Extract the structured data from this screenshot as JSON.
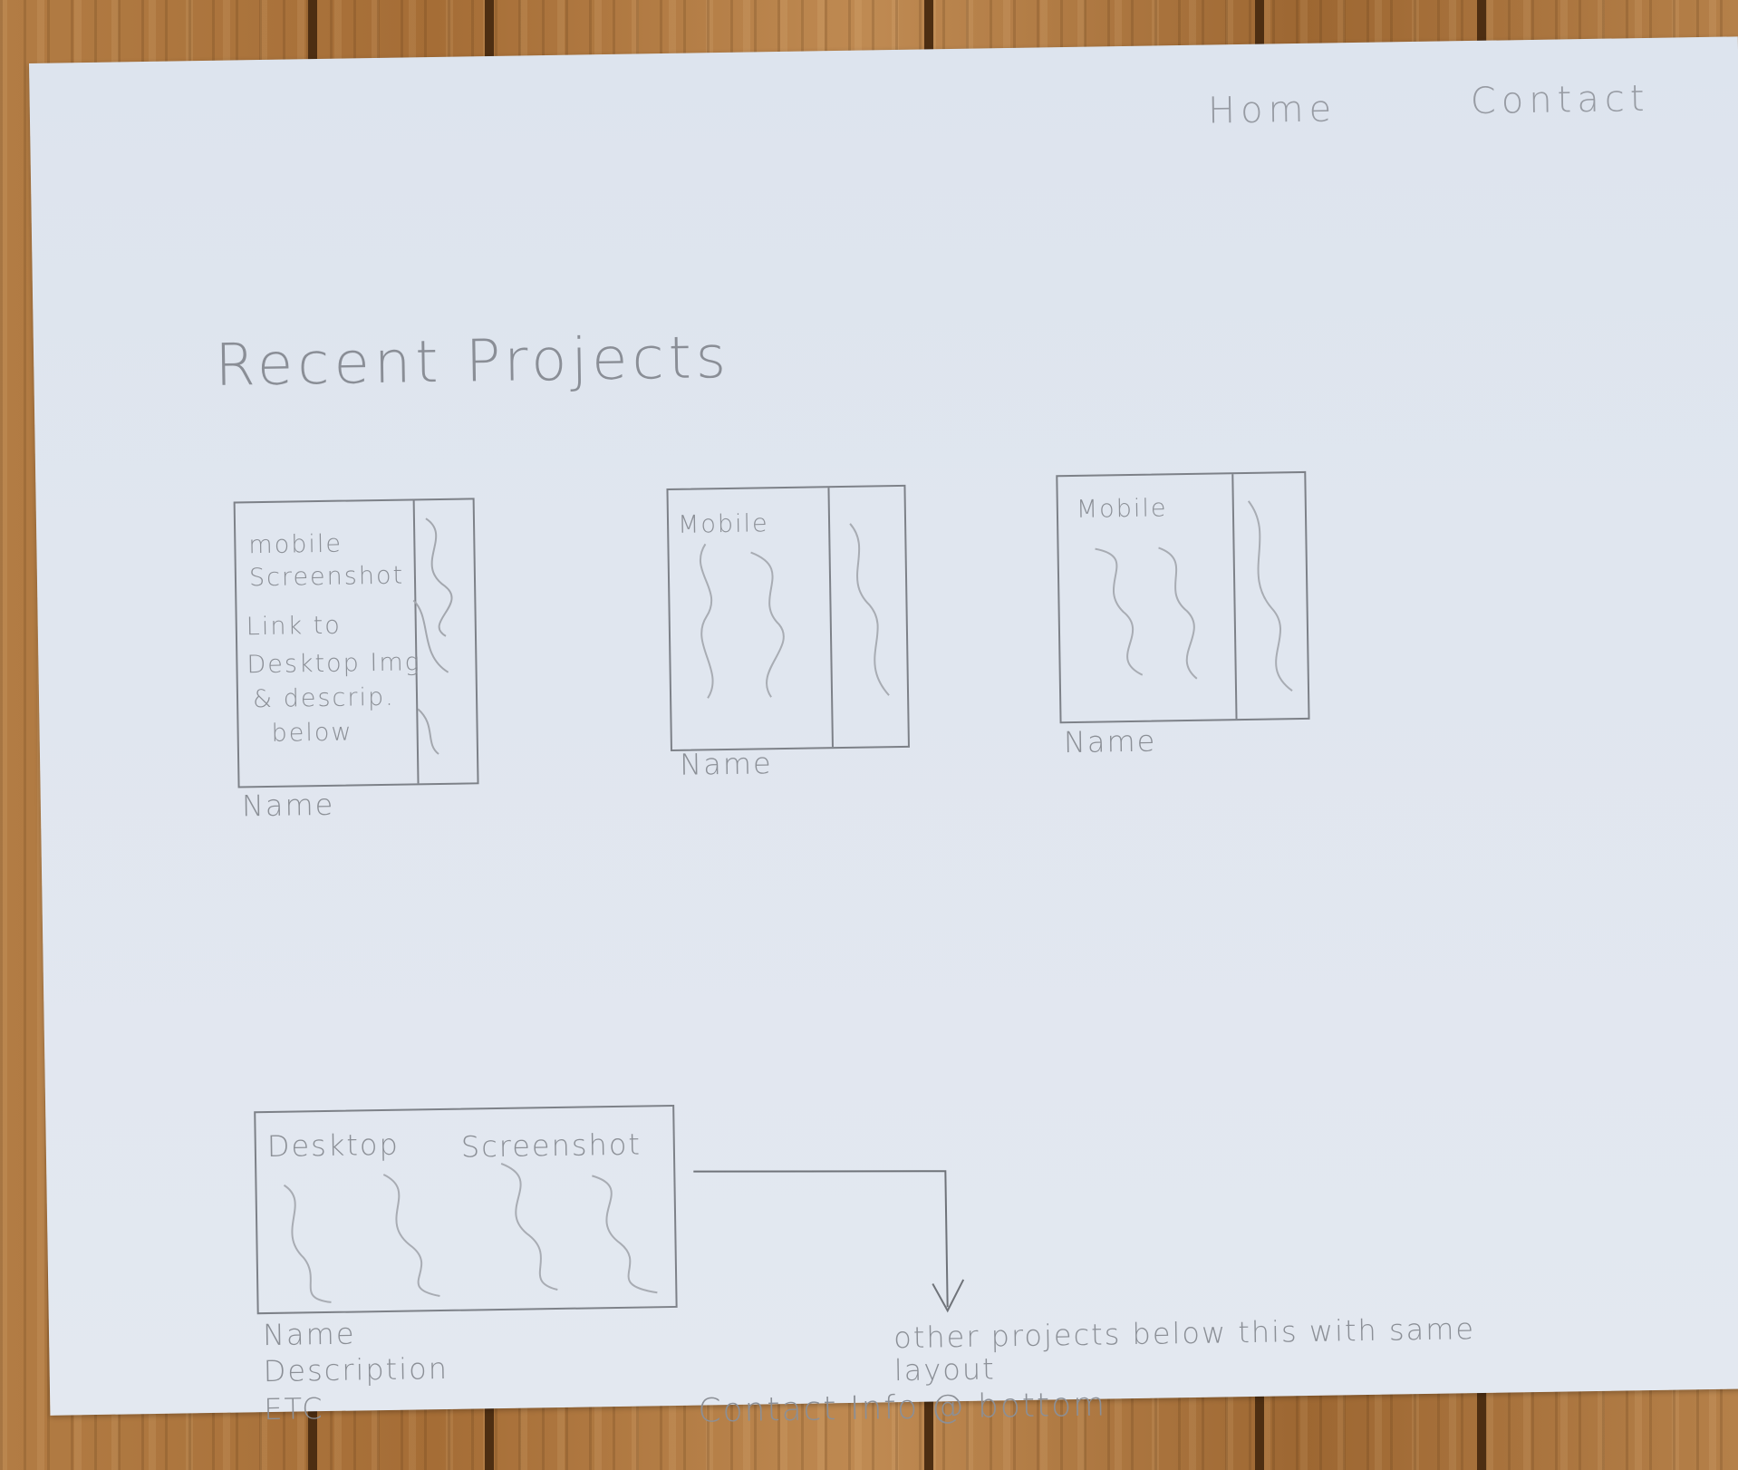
{
  "nav": {
    "home": "Home",
    "contact": "Contact"
  },
  "section": {
    "heading": "Recent Projects"
  },
  "mobile_cards": [
    {
      "lines": [
        "mobile",
        "Screenshot",
        "Link to",
        "Desktop Img",
        "& descrip.",
        "below"
      ],
      "name": "Name"
    },
    {
      "lines": [
        "Mobile"
      ],
      "name": "Name"
    },
    {
      "lines": [
        "Mobile"
      ],
      "name": "Name"
    }
  ],
  "desktop_card": {
    "label_left": "Desktop",
    "label_right": "Screenshot",
    "meta": [
      "Name",
      "Description",
      "ETC"
    ]
  },
  "notes": {
    "other_projects": "other projects below this with same",
    "other_projects_2": "layout",
    "contact_info": "Contact Info @ bottom"
  }
}
